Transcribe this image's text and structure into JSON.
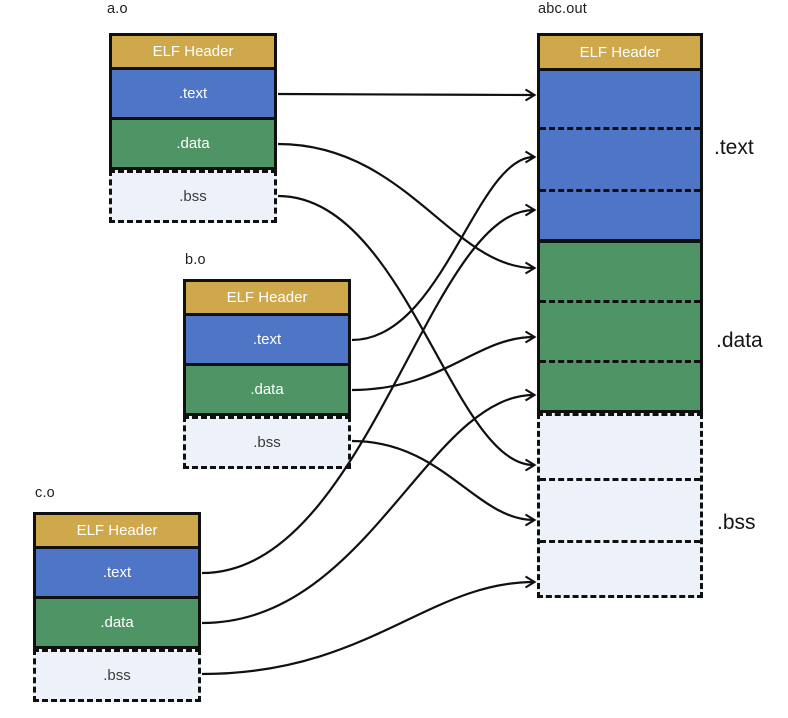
{
  "diagram": {
    "object_files": [
      {
        "label": "a.o",
        "sections": {
          "header": "ELF Header",
          "text": ".text",
          "data": ".data",
          "bss": ".bss"
        }
      },
      {
        "label": "b.o",
        "sections": {
          "header": "ELF Header",
          "text": ".text",
          "data": ".data",
          "bss": ".bss"
        }
      },
      {
        "label": "c.o",
        "sections": {
          "header": "ELF Header",
          "text": ".text",
          "data": ".data",
          "bss": ".bss"
        }
      }
    ],
    "output_file": {
      "label": "abc.out",
      "sections": {
        "header": "ELF Header"
      },
      "side_labels": [
        ".text",
        ".data",
        ".bss"
      ]
    },
    "mappings": [
      {
        "from": "a.o text",
        "to": "out text 1"
      },
      {
        "from": "b.o text",
        "to": "out text 2"
      },
      {
        "from": "c.o text",
        "to": "out text 3"
      },
      {
        "from": "a.o data",
        "to": "out data 1"
      },
      {
        "from": "b.o data",
        "to": "out data 2"
      },
      {
        "from": "c.o data",
        "to": "out data 3"
      },
      {
        "from": "a.o bss",
        "to": "out bss 1"
      },
      {
        "from": "b.o bss",
        "to": "out bss 2"
      },
      {
        "from": "c.o bss",
        "to": "out bss 3"
      }
    ],
    "colors": {
      "elf_header": "#CFA84C",
      "text_section": "#4F75C7",
      "data_section": "#4E9464",
      "bss_section": "#EDF2FA",
      "line": "#101010"
    }
  }
}
